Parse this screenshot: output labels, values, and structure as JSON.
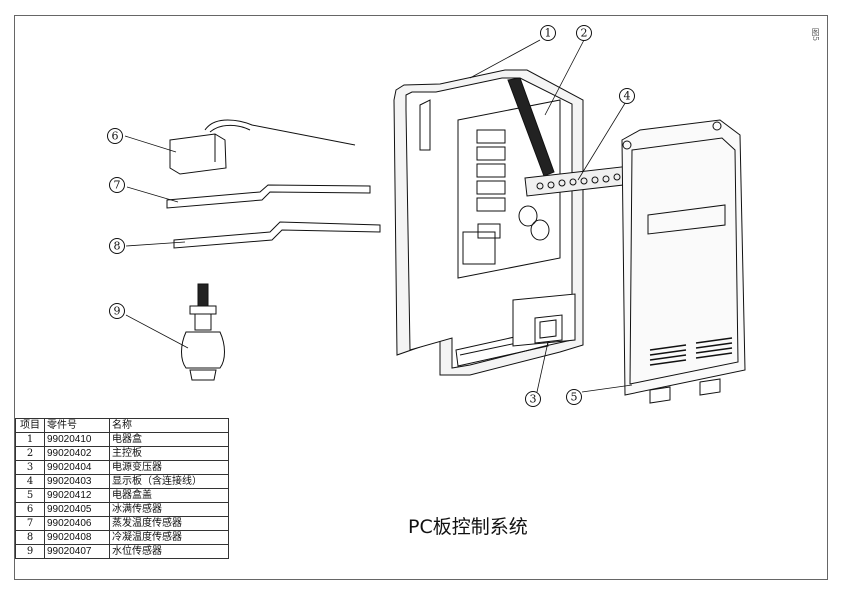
{
  "title": "PC板控制系统",
  "page_mark": "图5",
  "callouts": [
    "1",
    "2",
    "3",
    "4",
    "5",
    "6",
    "7",
    "8",
    "9"
  ],
  "parts_table": {
    "headers": {
      "no": "项目",
      "part": "零件号",
      "name": "名称"
    },
    "rows": [
      {
        "no": "1",
        "part": "99020410",
        "name": "电器盒"
      },
      {
        "no": "2",
        "part": "99020402",
        "name": "主控板"
      },
      {
        "no": "3",
        "part": "99020404",
        "name": "电源变压器"
      },
      {
        "no": "4",
        "part": "99020403",
        "name": "显示板（含连接线）"
      },
      {
        "no": "5",
        "part": "99020412",
        "name": "电器盒盖"
      },
      {
        "no": "6",
        "part": "99020405",
        "name": "冰满传感器"
      },
      {
        "no": "7",
        "part": "99020406",
        "name": "蒸发温度传感器"
      },
      {
        "no": "8",
        "part": "99020408",
        "name": "冷凝温度传感器"
      },
      {
        "no": "9",
        "part": "99020407",
        "name": "水位传感器"
      }
    ]
  }
}
